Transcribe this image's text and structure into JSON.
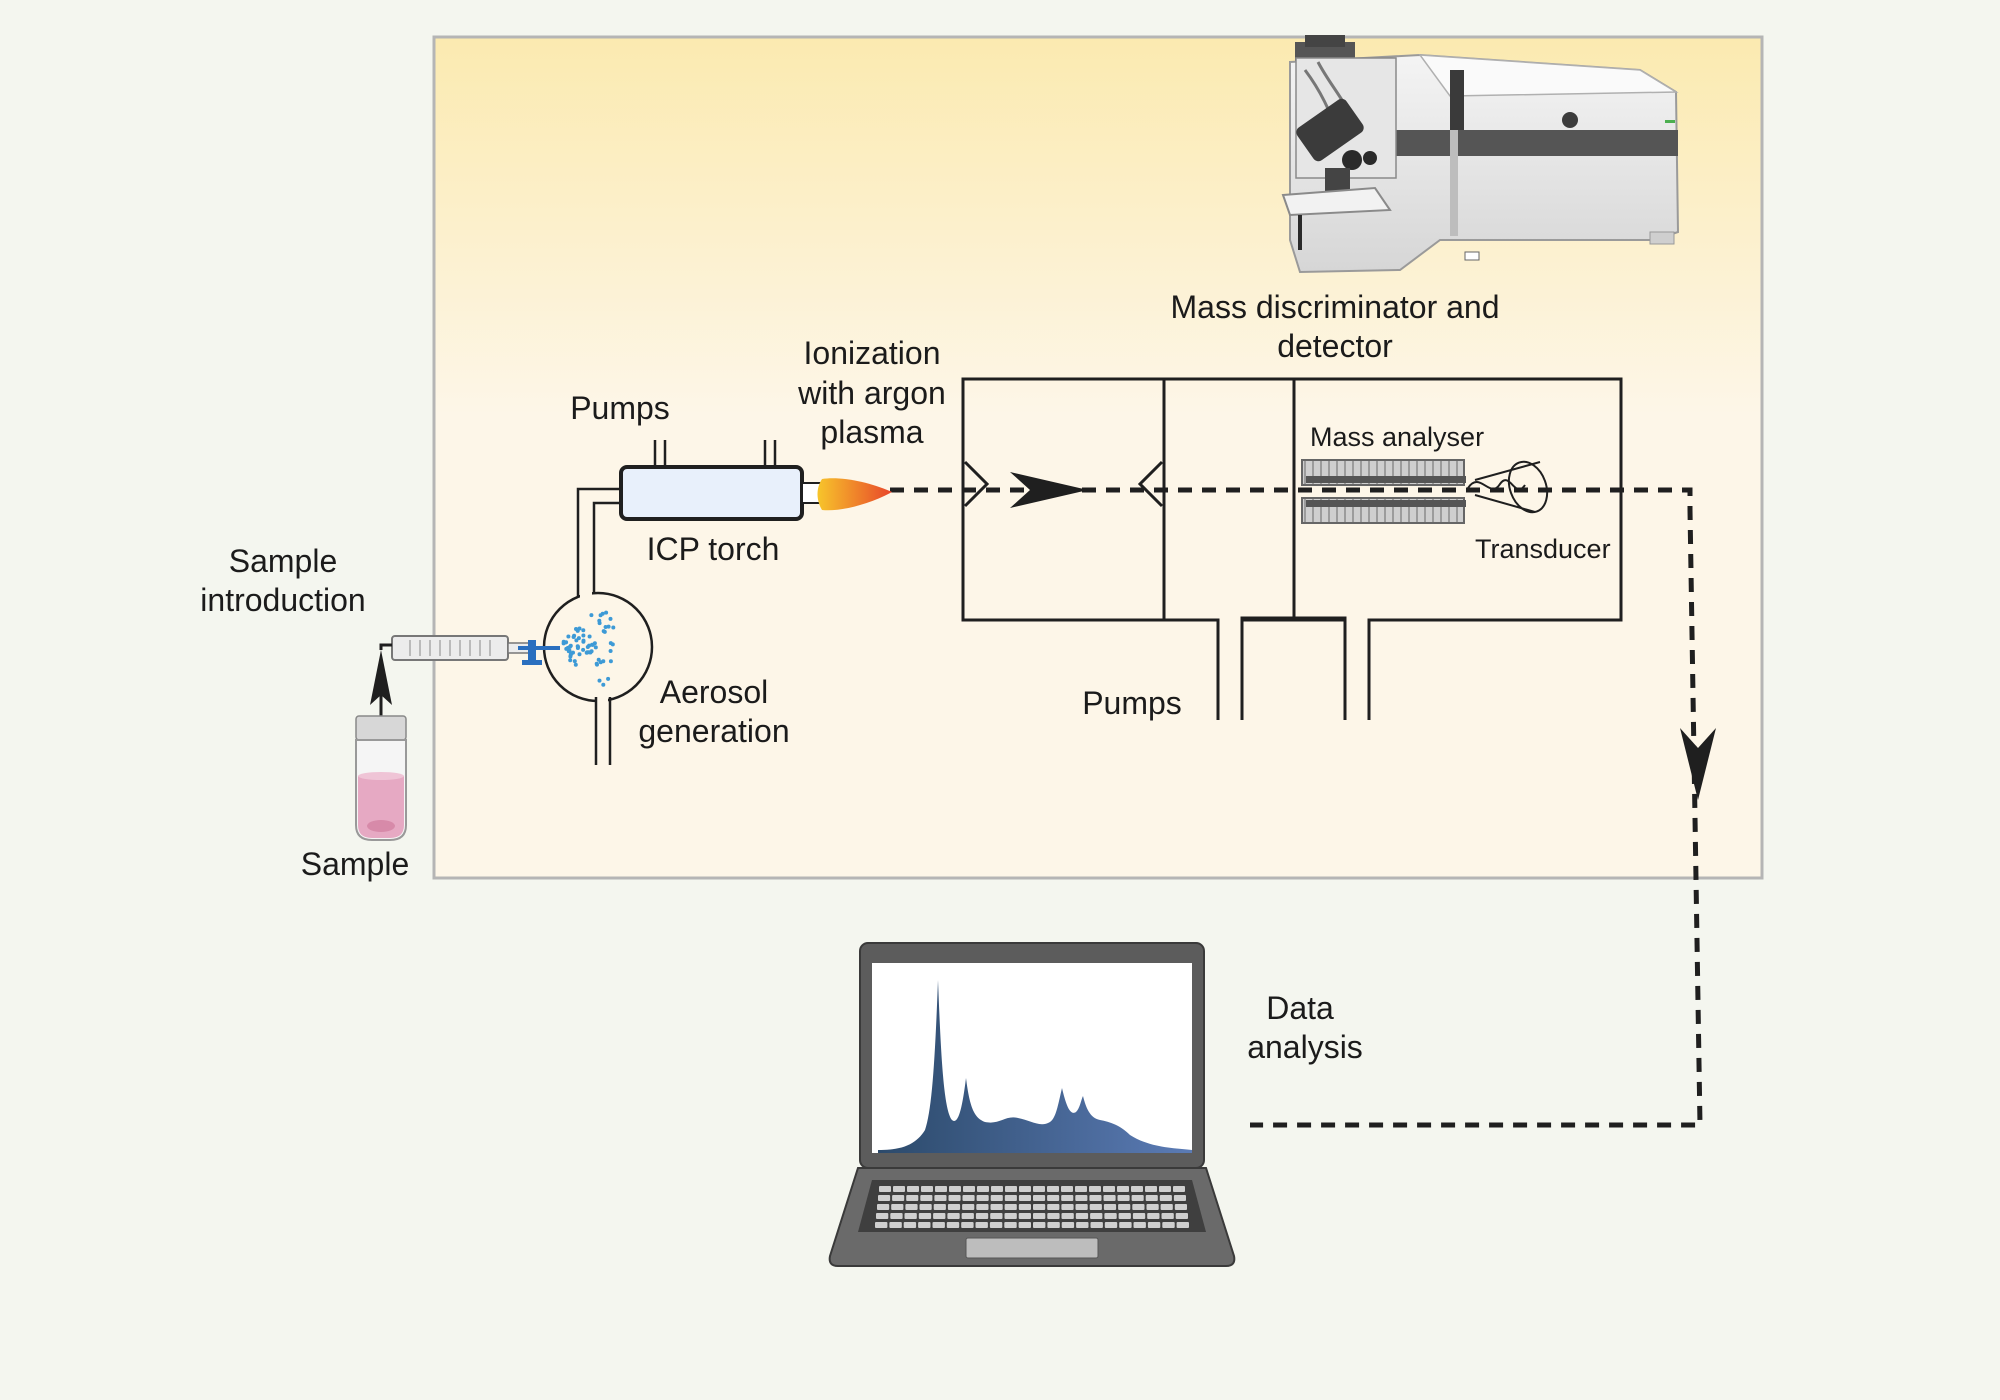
{
  "labels": {
    "sample_introduction": [
      "Sample",
      "introduction"
    ],
    "sample": "Sample",
    "pumps_top": "Pumps",
    "icp_torch": "ICP torch",
    "ionization": [
      "Ionization",
      "with argon",
      "plasma"
    ],
    "aerosol_generation": [
      "Aerosol",
      "generation"
    ],
    "mass_discriminator": [
      "Mass discriminator and",
      "detector"
    ],
    "mass_analyser": "Mass analyser",
    "transducer": "Transducer",
    "pumps_bottom": "Pumps",
    "data_analysis": [
      "Data",
      "analysis"
    ]
  },
  "colors": {
    "background": "#f4f6ef",
    "panel_top": "#fbeab0",
    "panel_bottom": "#fdf6e8",
    "panel_border": "#b5b5b5",
    "line": "#1f1f1f",
    "torch_fill": "#e8f0fb",
    "flame_hot": "#e8462a",
    "flame_cool": "#f7c52b",
    "spectrum_dark": "#2c4a6b",
    "spectrum_light": "#5b7bb5",
    "aerosol_dots": "#3d9ad6",
    "sample_liquid": "#e6a9c3"
  },
  "icons": {
    "instrument": "icp-ms-instrument-icon",
    "laptop": "laptop-icon",
    "vial": "sample-vial-icon",
    "syringe": "syringe-icon",
    "flame": "plasma-flame-icon"
  }
}
